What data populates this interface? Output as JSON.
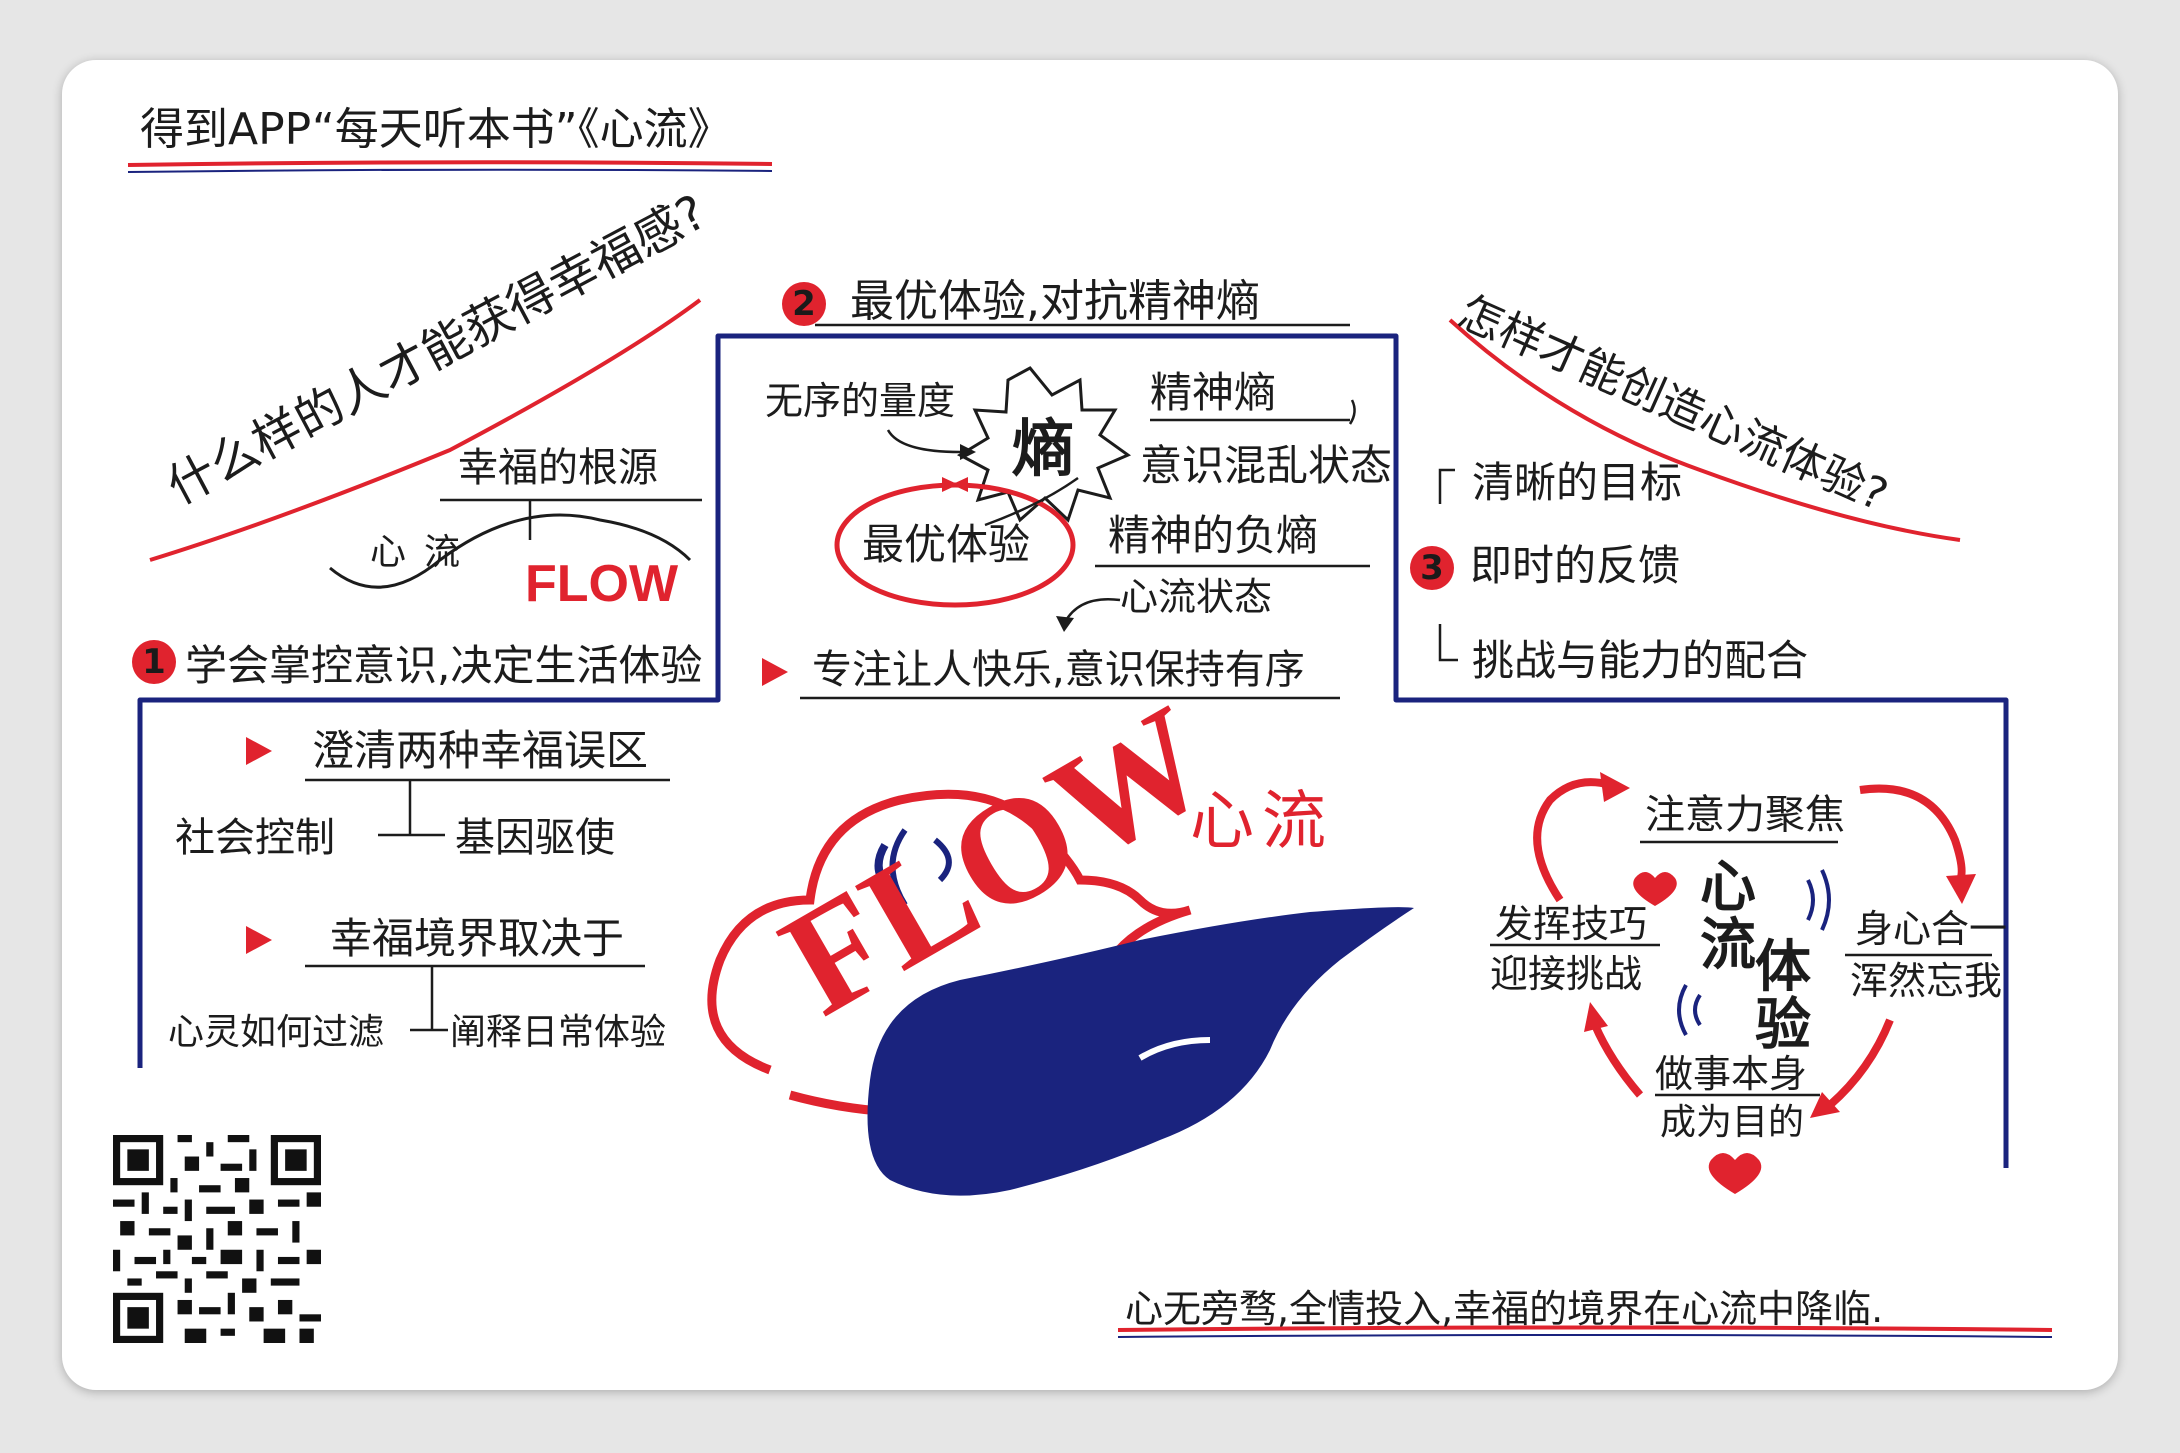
{
  "header": {
    "title": "得到APP“每天听本书”《心流》"
  },
  "colors": {
    "accent_red": "#e0232e",
    "accent_blue": "#1a237e",
    "ink": "#1c1c1c"
  },
  "section1": {
    "question": "什么样的人才能获得幸福感?",
    "root_label": "幸福的根源",
    "xinliu": "心流",
    "flow": "FLOW",
    "number": "1",
    "heading": "学会掌控意识,决定生活体验",
    "clarify": "澄清两种幸福误区",
    "social": "社会控制",
    "gene": "基因驱使",
    "depends": "幸福境界取决于",
    "filter": "心灵如何过滤",
    "interpret": "阐释日常体验"
  },
  "section2": {
    "number": "2",
    "heading": "最优体验,对抗精神熵",
    "disorder": "无序的量度",
    "entropy": "熵",
    "spirit_entropy": "精神熵",
    "chaos": "意识混乱状态",
    "optimal": "最优体验",
    "negentropy": "精神的负熵",
    "flow_state": "心流状态",
    "focus": "专注让人快乐,意识保持有序"
  },
  "section3": {
    "question": "怎样才能创造心流体验?",
    "number": "3",
    "items": [
      "清晰的目标",
      "即时的反馈",
      "挑战与能力的配合"
    ]
  },
  "center": {
    "flow_logo": "FLOW",
    "xinliu": "心流"
  },
  "heart_cycle": {
    "top": "注意力聚焦",
    "left": [
      "发挥技巧",
      "迎接挑战"
    ],
    "right": [
      "身心合一",
      "浑然忘我"
    ],
    "bottom": [
      "做事本身",
      "成为目的"
    ],
    "center": [
      "心",
      "流",
      "体",
      "验"
    ]
  },
  "footer": {
    "quote": "心无旁骛,全情投入,幸福的境界在心流中降临."
  }
}
